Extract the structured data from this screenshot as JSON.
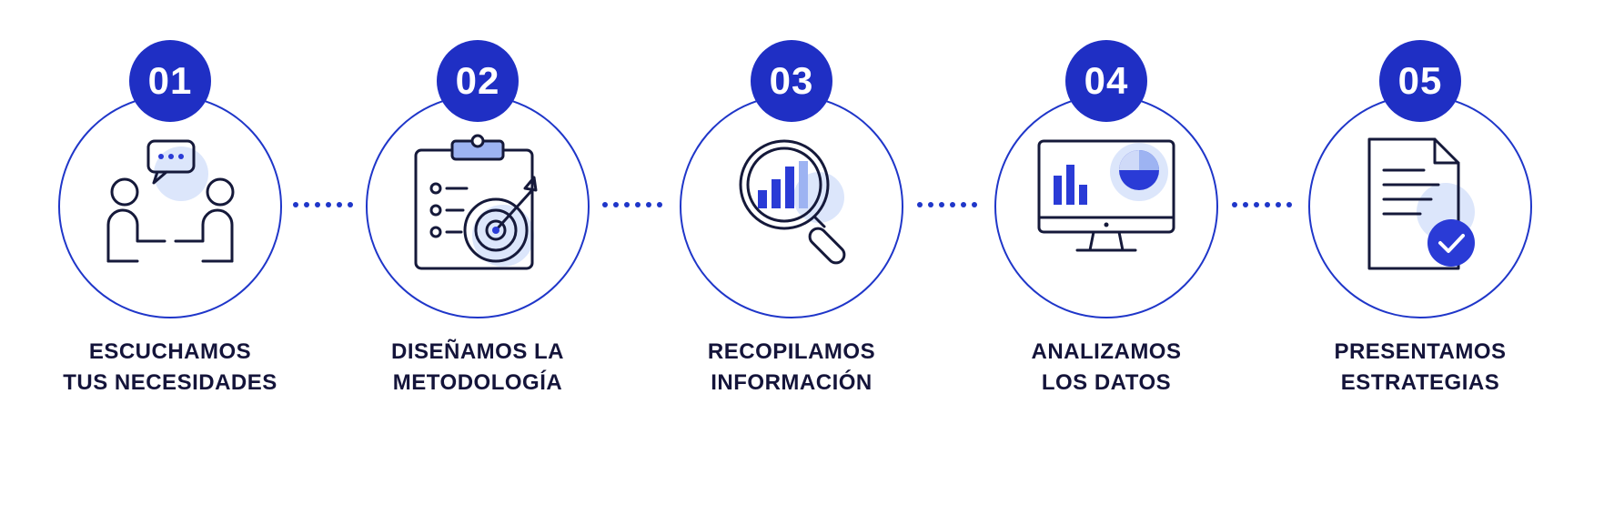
{
  "accent_color": "#1f2fc4",
  "steps": [
    {
      "number": "01",
      "label_line1": "ESCUCHAMOS",
      "label_line2": "TUS NECESIDADES",
      "icon": "meeting-conversation-icon"
    },
    {
      "number": "02",
      "label_line1": "DISEÑAMOS LA",
      "label_line2": "METODOLOGÍA",
      "icon": "clipboard-target-icon"
    },
    {
      "number": "03",
      "label_line1": "RECOPILAMOS",
      "label_line2": "INFORMACIÓN",
      "icon": "magnifier-chart-icon"
    },
    {
      "number": "04",
      "label_line1": "ANALIZAMOS",
      "label_line2": "LOS DATOS",
      "icon": "monitor-analytics-icon"
    },
    {
      "number": "05",
      "label_line1": "PRESENTAMOS",
      "label_line2": "ESTRATEGIAS",
      "icon": "document-check-icon"
    }
  ]
}
